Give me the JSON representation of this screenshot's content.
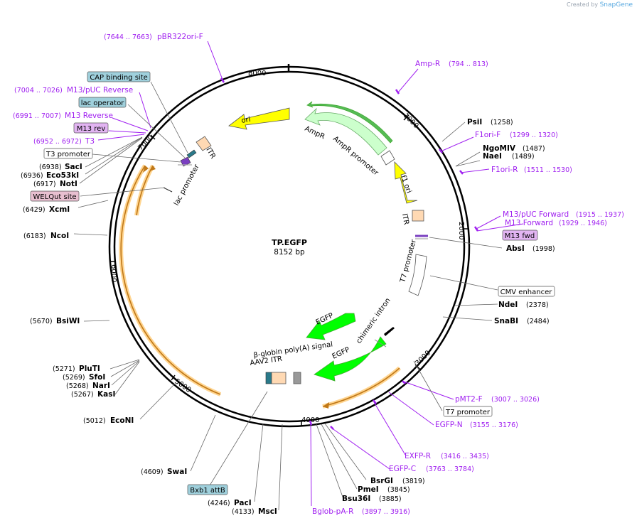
{
  "credit": {
    "prefix": "Created by",
    "brand": "SnapGene"
  },
  "plasmid": {
    "name": "TP.EGFP",
    "length_label": "8152 bp"
  },
  "ticks": [
    "1000",
    "2000",
    "3000",
    "4000",
    "5000",
    "6000",
    "7000",
    "8000"
  ],
  "colors": {
    "primer": "#a020f0",
    "enzyme": "#000000",
    "backbone": "#000000",
    "ori": "#ffff00",
    "ampr": "#ccffcc",
    "egfp": "#00ff00",
    "itr": "#ffd9b3",
    "promoter": "#ffffff",
    "orange_arc": "#c07818",
    "orange_glow": "#ffd590"
  },
  "sites": {
    "pBR322oriF": {
      "range": "(7644 .. 7663)",
      "name": "pBR322ori-F"
    },
    "capBinding": {
      "name": "CAP binding site"
    },
    "m13pucRev": {
      "range": "(7004 .. 7026)",
      "name": "M13/pUC Reverse"
    },
    "lacOperator": {
      "name": "lac operator"
    },
    "m13Reverse": {
      "range": "(6991 .. 7007)",
      "name": "M13 Reverse"
    },
    "m13rev": {
      "name": "M13 rev"
    },
    "t3": {
      "range": "(6952 .. 6972)",
      "name": "T3"
    },
    "t3Promoter": {
      "name": "T3 promoter"
    },
    "sacI": {
      "pos": "(6938)",
      "name": "SacI"
    },
    "eco53kI": {
      "pos": "(6936)",
      "name": "Eco53kI"
    },
    "notI": {
      "pos": "(6917)",
      "name": "NotI"
    },
    "welqut": {
      "name": "WELQut site"
    },
    "xcmI": {
      "pos": "(6429)",
      "name": "XcmI"
    },
    "ncoI": {
      "pos": "(6183)",
      "name": "NcoI"
    },
    "bsiWI": {
      "pos": "(5670)",
      "name": "BsiWI"
    },
    "pluTI": {
      "pos": "(5271)",
      "name": "PluTI"
    },
    "sfoI": {
      "pos": "(5269)",
      "name": "SfoI"
    },
    "narI": {
      "pos": "(5268)",
      "name": "NarI"
    },
    "kasI": {
      "pos": "(5267)",
      "name": "KasI"
    },
    "ecoNI": {
      "pos": "(5012)",
      "name": "EcoNI"
    },
    "swaI": {
      "pos": "(4609)",
      "name": "SwaI"
    },
    "bxb1": {
      "name": "Bxb1 attB"
    },
    "pacI": {
      "pos": "(4246)",
      "name": "PacI"
    },
    "mscI": {
      "pos": "(4133)",
      "name": "MscI"
    },
    "bglobpaR": {
      "name": "Bglob-pA-R",
      "range": "(3897 .. 3916)"
    },
    "bsu36I": {
      "name": "Bsu36I",
      "pos": "(3885)"
    },
    "pmeI": {
      "name": "PmeI",
      "pos": "(3845)"
    },
    "bsrGI": {
      "name": "BsrGI",
      "pos": "(3819)"
    },
    "egfpC": {
      "name": "EGFP-C",
      "range": "(3763 .. 3784)"
    },
    "exfpR": {
      "name": "EXFP-R",
      "range": "(3416 .. 3435)"
    },
    "egfpN": {
      "name": "EGFP-N",
      "range": "(3155 .. 3176)"
    },
    "t7promoterBox": {
      "name": "T7 promoter"
    },
    "pmt2F": {
      "name": "pMT2-F",
      "range": "(3007 .. 3026)"
    },
    "snaBI": {
      "name": "SnaBI",
      "pos": "(2484)"
    },
    "ndeI": {
      "name": "NdeI",
      "pos": "(2378)"
    },
    "cmv": {
      "name": "CMV enhancer"
    },
    "absI": {
      "name": "AbsI",
      "pos": "(1998)"
    },
    "m13fwd": {
      "name": "M13 fwd"
    },
    "m13Forward": {
      "name": "M13 Forward",
      "range": "(1929 .. 1946)"
    },
    "m13pucFwd": {
      "name": "M13/pUC Forward",
      "range": "(1915 .. 1937)"
    },
    "f1oriR": {
      "name": "F1ori-R",
      "range": "(1511 .. 1530)"
    },
    "naeI": {
      "name": "NaeI",
      "pos": "(1489)"
    },
    "ngoMIV": {
      "name": "NgoMIV",
      "pos": "(1487)"
    },
    "f1oriF": {
      "name": "F1ori-F",
      "range": "(1299 .. 1320)"
    },
    "psiI": {
      "name": "PsiI",
      "pos": "(1258)"
    },
    "ampRprimer": {
      "name": "Amp-R",
      "range": "(794 .. 813)"
    }
  },
  "features": {
    "ori": "ori",
    "ampr": "AmpR",
    "amprPromoter": "AmpR promoter",
    "f1ori": "f1 ori",
    "itrRight": "ITR",
    "t7promoter": "T7 promoter",
    "itrLeft": "ITR",
    "lacPromoter": "lac promoter",
    "chimericIntron": "chimeric intron",
    "egfpUpper": "EGFP",
    "egfpLower": "EGFP",
    "betaGlobin": "β-globin poly(A) signal",
    "aav2itr": "AAV2 ITR"
  }
}
